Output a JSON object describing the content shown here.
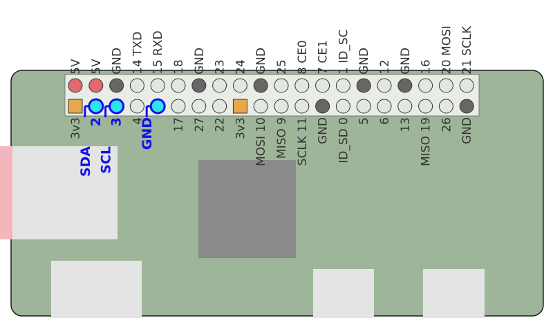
{
  "colors": {
    "board": "#9fb599",
    "board_edge": "#1a1a1a",
    "header_bg": "#e9ede6",
    "pin_default": "#e3e8de",
    "pin_5v": "#e06a6f",
    "pin_gnd": "#666666",
    "pin_3v3": "#e6a84a",
    "pin_i2c": "#2ee3ee",
    "i2c_wire": "#1010ee",
    "chip": "#8a8a8a",
    "connector": "#e4e4e4",
    "usb_side": "#f4b6bc",
    "label": "#333333"
  },
  "header": {
    "top_row": [
      {
        "label": "5V",
        "type": "5v"
      },
      {
        "label": "5V",
        "type": "5v"
      },
      {
        "label": "GND",
        "type": "gnd"
      },
      {
        "label": "14 TXD",
        "type": "normal"
      },
      {
        "label": "15 RXD",
        "type": "normal"
      },
      {
        "label": "18",
        "type": "normal"
      },
      {
        "label": "GND",
        "type": "gnd"
      },
      {
        "label": "23",
        "type": "normal"
      },
      {
        "label": "24",
        "type": "normal"
      },
      {
        "label": "GND",
        "type": "gnd"
      },
      {
        "label": "25",
        "type": "normal"
      },
      {
        "label": "8 CE0",
        "type": "normal"
      },
      {
        "label": "7 CE1",
        "type": "normal"
      },
      {
        "label": "1 ID_SC",
        "type": "normal"
      },
      {
        "label": "GND",
        "type": "gnd"
      },
      {
        "label": "12",
        "type": "normal"
      },
      {
        "label": "GND",
        "type": "gnd"
      },
      {
        "label": "16",
        "type": "normal"
      },
      {
        "label": "20 MOSI",
        "type": "normal"
      },
      {
        "label": "21 SCLK",
        "type": "normal"
      }
    ],
    "bottom_row": [
      {
        "label": "3v3",
        "type": "3v3"
      },
      {
        "label": "2",
        "type": "i2c"
      },
      {
        "label": "3",
        "type": "i2c"
      },
      {
        "label": "4",
        "type": "normal"
      },
      {
        "label": "",
        "type": "i2c"
      },
      {
        "label": "17",
        "type": "normal"
      },
      {
        "label": "27",
        "type": "normal"
      },
      {
        "label": "22",
        "type": "normal"
      },
      {
        "label": "3v3",
        "type": "3v3"
      },
      {
        "label": "MOSI 10",
        "type": "normal"
      },
      {
        "label": "MISO  9",
        "type": "normal"
      },
      {
        "label": "SCLK 11",
        "type": "normal"
      },
      {
        "label": "GND",
        "type": "gnd"
      },
      {
        "label": "ID_SD  0",
        "type": "normal"
      },
      {
        "label": "5",
        "type": "normal"
      },
      {
        "label": "6",
        "type": "normal"
      },
      {
        "label": "13",
        "type": "normal"
      },
      {
        "label": "MISO 19",
        "type": "normal"
      },
      {
        "label": "26",
        "type": "normal"
      },
      {
        "label": "GND",
        "type": "gnd"
      }
    ]
  },
  "wired": {
    "sda": {
      "label": "SDA",
      "pin": 1
    },
    "scl": {
      "label": "SCL",
      "pin": 2
    },
    "gnd": {
      "label": "GND",
      "pin": 4
    }
  }
}
